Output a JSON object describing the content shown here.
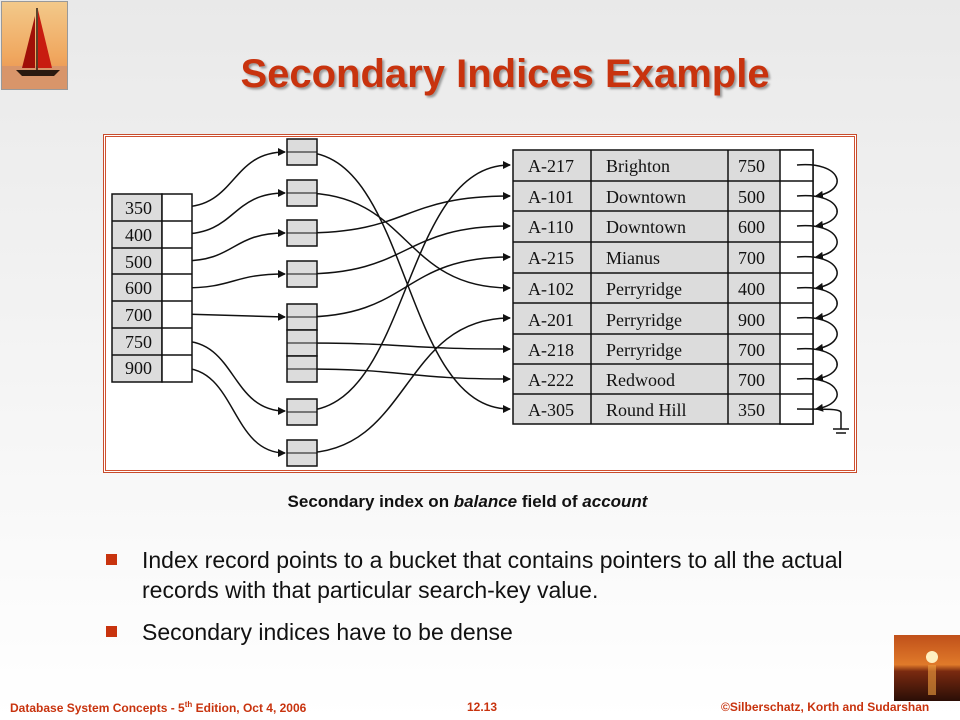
{
  "slide": {
    "title": "Secondary Indices Example",
    "caption_prefix": "Secondary index on ",
    "caption_field": "balance",
    "caption_middle": " field of ",
    "caption_relation": "account"
  },
  "index_keys": [
    "350",
    "400",
    "500",
    "600",
    "700",
    "750",
    "900"
  ],
  "records": [
    {
      "account": "A-217",
      "branch": "Brighton",
      "balance": "750"
    },
    {
      "account": "A-101",
      "branch": "Downtown",
      "balance": "500"
    },
    {
      "account": "A-110",
      "branch": "Downtown",
      "balance": "600"
    },
    {
      "account": "A-215",
      "branch": "Mianus",
      "balance": "700"
    },
    {
      "account": "A-102",
      "branch": "Perryridge",
      "balance": "400"
    },
    {
      "account": "A-201",
      "branch": "Perryridge",
      "balance": "900"
    },
    {
      "account": "A-218",
      "branch": "Perryridge",
      "balance": "700"
    },
    {
      "account": "A-222",
      "branch": "Redwood",
      "balance": "700"
    },
    {
      "account": "A-305",
      "branch": "Round Hill",
      "balance": "350"
    }
  ],
  "bullets": [
    "Index record points to a bucket that contains pointers to all the actual records with that particular search-key value.",
    "Secondary indices have to be dense"
  ],
  "footer": {
    "book_prefix": "Database  System Concepts  - 5",
    "book_sup": "th",
    "book_suffix": " Edition, Oct 4, 2006",
    "page": "12.13",
    "copyright": "©Silberschatz, Korth and Sudarshan"
  },
  "colors": {
    "accent": "#c8330e",
    "frame": "#d05030"
  }
}
